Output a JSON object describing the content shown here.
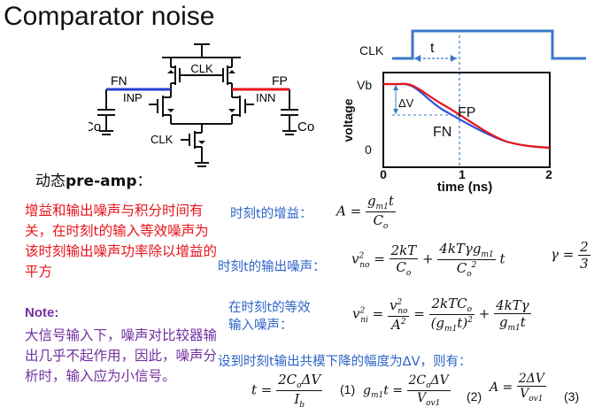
{
  "title": "Comparator noise",
  "subtitle": {
    "prefix": "动态",
    "bold": "pre-amp",
    "suffix": "："
  },
  "circuit": {
    "clk_top": "CLK",
    "clk_bottom": "CLK",
    "fn": "FN",
    "fp": "FP",
    "inp": "INP",
    "inn": "INN",
    "co_left": "Co",
    "co_right": "Co"
  },
  "waveform": {
    "clk_label": "CLK",
    "t_label": "t",
    "vb_label": "Vb",
    "dv_label": "ΔV",
    "fp_label": "FP",
    "fn_label": "FN",
    "ylabel": "voltage",
    "xlabel": "time (ns)",
    "x_ticks": [
      "0",
      "1",
      "2"
    ],
    "y_tick_zero": "0",
    "colors": {
      "fp": "#e8141b",
      "fn": "#3050e0",
      "clk": "#3a78c8"
    }
  },
  "left_text": {
    "red": "增益和输出噪声与积分时间有关，在时刻t的输入等效噪声为该时刻输出噪声功率除以增益的平方",
    "note_label": "Note:",
    "note": "大信号输入下，噪声对比较器输出几乎不起作用，因此，噪声分析时，输入应为小信号。"
  },
  "equations": {
    "gain_label": "时刻t的增益：",
    "out_noise_label": "时刻t的输出噪声：",
    "in_noise_label_1": "在时刻t的等效",
    "in_noise_label_2": "输入噪声：",
    "bottom_label": "设到时刻t输出共模下降的幅度为ΔV，则有：",
    "eq1": "(1)",
    "eq2": "(2)",
    "eq3": "(3)"
  },
  "accent_colors": {
    "red": "#e8141b",
    "purple": "#7030a0",
    "blue": "#2e64c8"
  }
}
